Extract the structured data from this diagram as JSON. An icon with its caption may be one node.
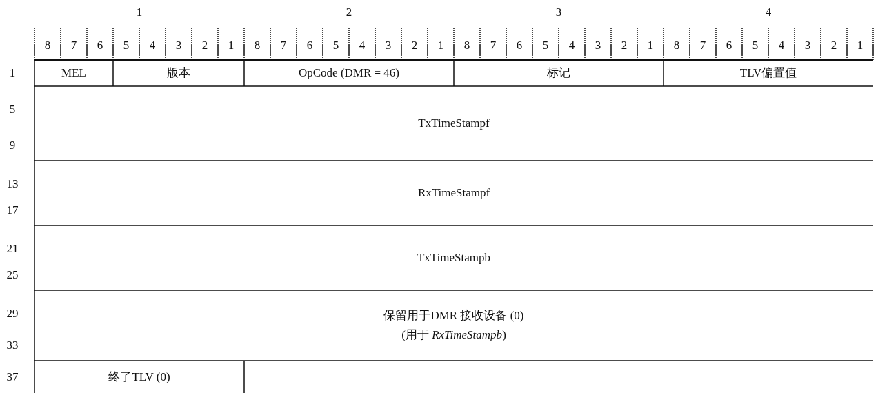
{
  "diagram": {
    "labels": [
      "1",
      "2",
      "3",
      "4",
      "8",
      "7",
      "6",
      "5",
      "4",
      "3",
      "2",
      "1",
      "8",
      "7",
      "6",
      "5",
      "4",
      "3",
      "2",
      "1",
      "8",
      "7",
      "6",
      "5",
      "4",
      "3",
      "2",
      "1",
      "8",
      "7",
      "6",
      "5",
      "4",
      "3",
      "2",
      "1",
      "1",
      "MEL",
      "版本",
      "OpCode (DMR = 46)",
      "标记",
      "TLV偏置值",
      "5",
      "TxTimeStampf",
      "9",
      "13",
      "RxTimeStampf",
      "17",
      "21",
      "TxTimeStampb",
      "25",
      "29",
      "保留用于DMR 接收设备 (0)",
      "(用于 *RxTimeStampb*)",
      "33",
      "37",
      "终了TLV (0)"
    ]
  }
}
